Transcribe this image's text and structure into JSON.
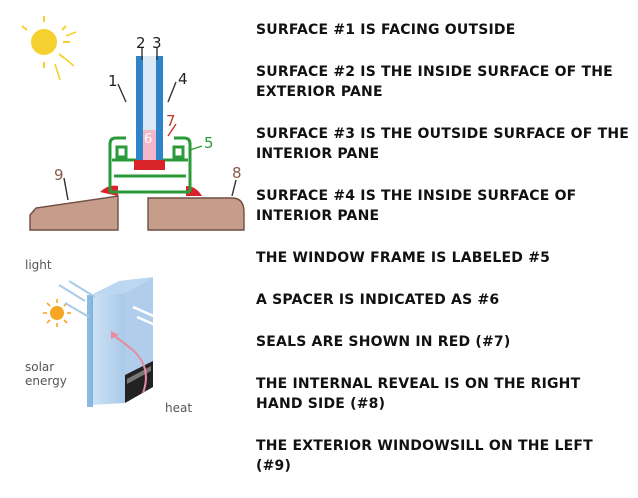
{
  "statements": [
    "Surface #1 is facing outside",
    "Surface #2 is the inside surface of the exterior pane",
    "Surface #3 is the outside surface of the interior pane",
    "Surface #4 is the inside surface of interior pane",
    "The window frame is labeled #5",
    "A spacer is indicated as #6",
    "Seals are shown in red (#7)",
    "The internal reveal is on the right hand side (#8)",
    "The exterior windowsill on the left (#9)"
  ],
  "section_diagram": {
    "labels": {
      "n1": "1",
      "n2": "2",
      "n3": "3",
      "n4": "4",
      "n5": "5",
      "n6": "6",
      "n7": "7",
      "n8": "8",
      "n9": "9"
    },
    "colors": {
      "sun": "#f5d130",
      "glass": "#2f83c8",
      "frame": "#2a9a3a",
      "seal": "#d8232a",
      "spacer": "#f2b8c9",
      "sill": "#c69c8a",
      "label_red": "#c0392b"
    }
  },
  "glazing_diagram": {
    "labels": {
      "light": "light",
      "solar": "solar",
      "energy": "energy",
      "heat": "heat"
    }
  }
}
